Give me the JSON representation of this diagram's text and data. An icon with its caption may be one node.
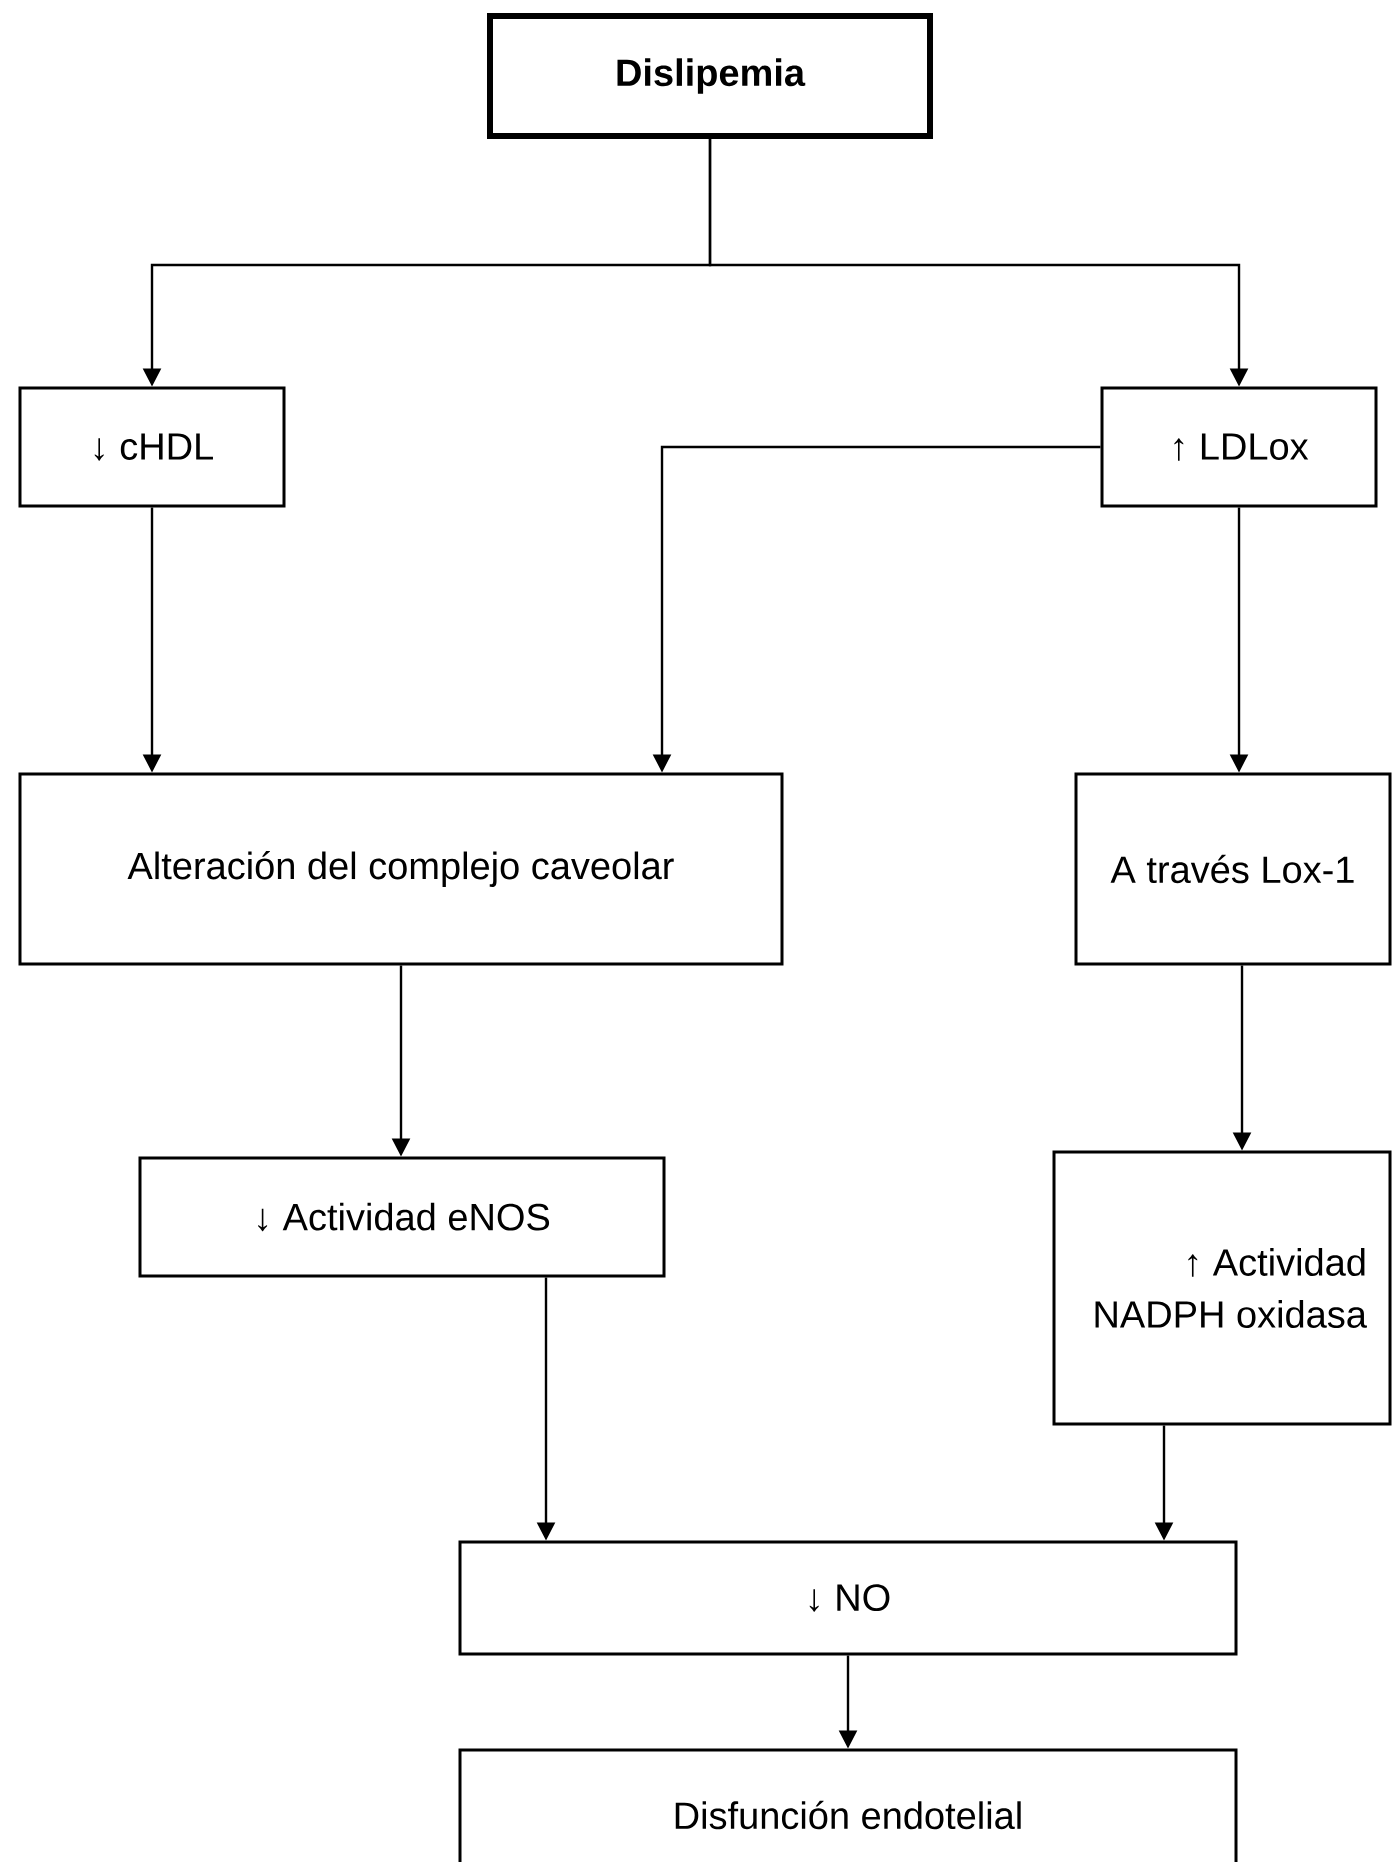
{
  "diagram": {
    "nodes": [
      {
        "text": [
          "Dislipemia"
        ]
      },
      {
        "text": [
          "↓ cHDL"
        ]
      },
      {
        "text": [
          "↑ LDLox"
        ]
      },
      {
        "text": [
          "Alteración del complejo caveolar"
        ]
      },
      {
        "text": [
          "A través Lox-1"
        ]
      },
      {
        "text": [
          "↓ Actividad eNOS"
        ]
      },
      {
        "text": [
          "↑ Actividad NADPH oxidasa"
        ]
      },
      {
        "text": [
          "↓ NO"
        ]
      },
      {
        "text": [
          "Disfunción endotelial"
        ]
      }
    ],
    "edges": [
      {
        "from": 0,
        "to": 1,
        "arrow": "to"
      },
      {
        "from": 0,
        "to": 2,
        "arrow": "to"
      },
      {
        "from": 1,
        "to": 3,
        "arrow": "to"
      },
      {
        "from": 2,
        "to": 3,
        "arrow": "to"
      },
      {
        "from": 2,
        "to": 4,
        "arrow": "to"
      },
      {
        "from": 3,
        "to": 5,
        "arrow": "to"
      },
      {
        "from": 4,
        "to": 6,
        "arrow": "to"
      },
      {
        "from": 5,
        "to": 7,
        "arrow": "to"
      },
      {
        "from": 6,
        "to": 7,
        "arrow": "to"
      },
      {
        "from": 7,
        "to": 8,
        "arrow": "to"
      }
    ]
  }
}
